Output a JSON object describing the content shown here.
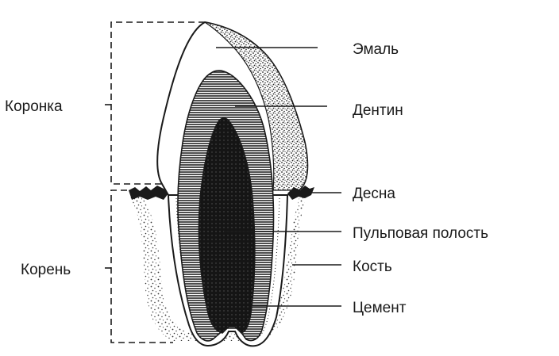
{
  "diagram": {
    "labels_left": {
      "crown": "Коронка",
      "root": "Корень"
    },
    "labels_right": {
      "enamel": "Эмаль",
      "dentin": "Дентин",
      "gum": "Десна",
      "pulp": "Пульповая полость",
      "bone": "Кость",
      "cement": "Цемент"
    }
  }
}
